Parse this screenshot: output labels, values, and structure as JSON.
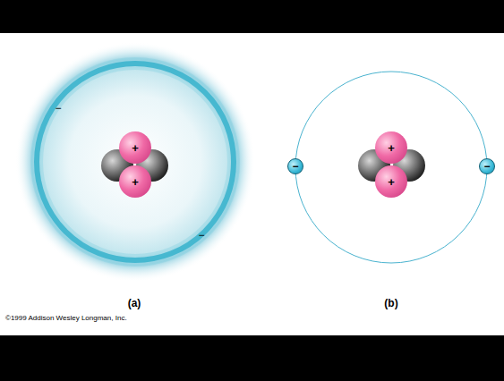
{
  "diagram": {
    "nodes": [
      {
        "text": [
          "+"
        ]
      },
      {
        "text": [
          "+"
        ]
      },
      {
        "text": [
          "−"
        ]
      },
      {
        "text": [
          "+"
        ]
      },
      {
        "text": [
          "+"
        ]
      },
      {
        "text": [
          "−"
        ]
      }
    ],
    "labels": [
      "−",
      "−",
      "(a)",
      "(b)",
      "©1999 Addison Wesley Longman, Inc."
    ]
  }
}
